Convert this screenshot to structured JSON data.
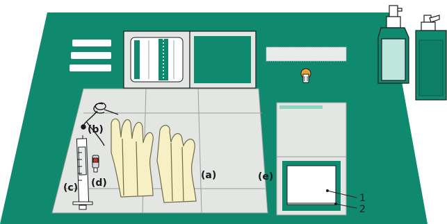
{
  "colors": {
    "drape": "#0f8a6e",
    "drape_dark": "#0a6b55",
    "paper": "#e4e6e4",
    "paper_line": "#9aa09c",
    "glove": "#f6f0c4",
    "glove_line": "#6e6a48",
    "outline": "#1a1a1a",
    "bottle_fill": "#bfe6dc"
  },
  "labels": {
    "a": "(a)",
    "b": "(b)",
    "c": "(c)",
    "d": "(d)",
    "e": "(e)",
    "n1": "1",
    "n2": "2"
  },
  "icons": [
    "sterile-drape",
    "gauze-tray",
    "dressing-pack",
    "sterile-gloves",
    "syringe",
    "catheter-tubing",
    "connector",
    "sterile-pad",
    "spray-bottle",
    "pump-bottle",
    "adhesive-strip",
    "cap"
  ]
}
